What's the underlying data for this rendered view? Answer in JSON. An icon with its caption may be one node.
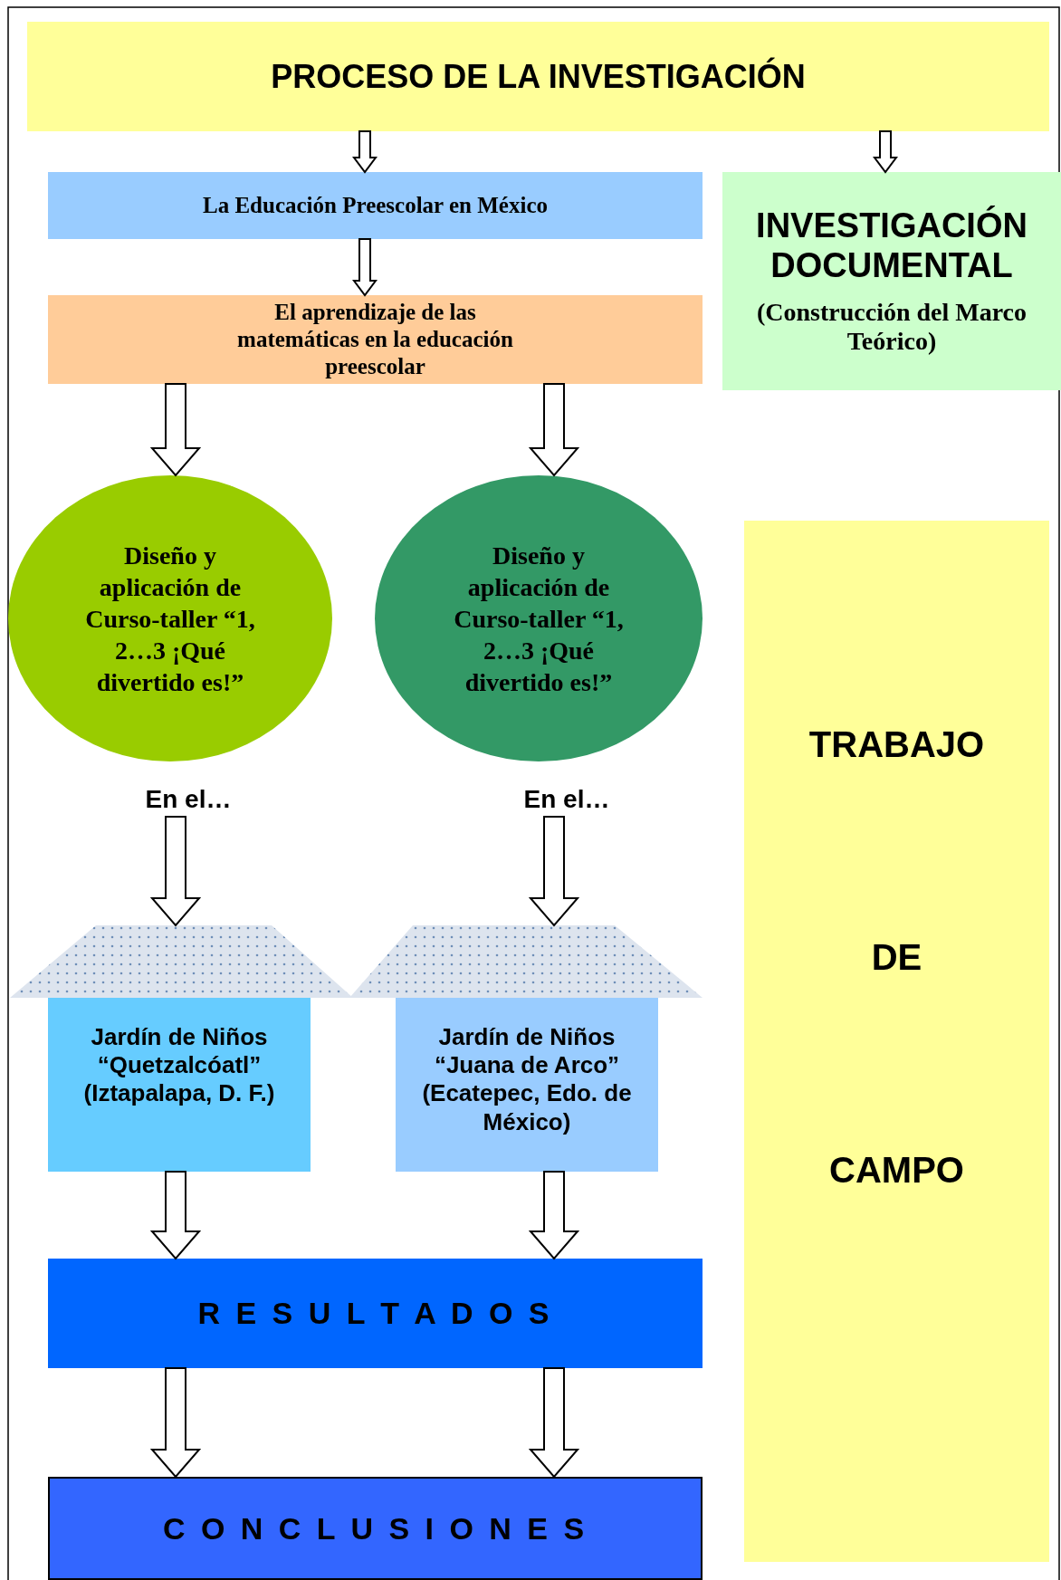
{
  "diagram": {
    "nodes": [
      {
        "text": [
          "PROCESO DE LA INVESTIGACIÓN"
        ]
      },
      {
        "text": [
          "La Educación Preescolar en México"
        ]
      },
      {
        "text": [
          "INVESTIGACIÓN DOCUMENTAL",
          "(Construcción del Marco Teórico)"
        ]
      },
      {
        "text": [
          "El aprendizaje de las matemáticas en la educación preescolar"
        ]
      },
      {
        "text": [
          "Diseño y aplicación de Curso-taller “1, 2…3 ¡Qué divertido es!”"
        ]
      },
      {
        "text": [
          "Diseño y aplicación de Curso-taller “1, 2…3 ¡Qué divertido es!”"
        ]
      },
      {
        "text": [
          "TRABAJO",
          "DE",
          "CAMPO"
        ]
      },
      {
        "text": [
          "En el…"
        ]
      },
      {
        "text": [
          "En el…"
        ]
      },
      {
        "text": [
          "Jardín de Niños “Quetzalcóatl” (Iztapalapa, D. F.)"
        ]
      },
      {
        "text": [
          "Jardín de Niños “Juana de Arco” (Ecatepec, Edo. de México)"
        ]
      },
      {
        "text": [
          "R E S U L T A D O S"
        ]
      },
      {
        "text": [
          "C O N C L U S I O N E S"
        ]
      }
    ],
    "edges": [
      {
        "from": 0,
        "to": 1,
        "arrow": "to"
      },
      {
        "from": 0,
        "to": 2,
        "arrow": "to"
      },
      {
        "from": 1,
        "to": 3,
        "arrow": "to"
      },
      {
        "from": 3,
        "to": 4,
        "arrow": "to"
      },
      {
        "from": 3,
        "to": 5,
        "arrow": "to"
      },
      {
        "from": 7,
        "to": 9,
        "arrow": "to"
      },
      {
        "from": 8,
        "to": 10,
        "arrow": "to"
      },
      {
        "from": 9,
        "to": 11,
        "arrow": "to"
      },
      {
        "from": 10,
        "to": 11,
        "arrow": "to"
      },
      {
        "from": 11,
        "to": 12,
        "arrow": "to"
      },
      {
        "from": 11,
        "to": 12,
        "arrow": "to"
      }
    ]
  }
}
